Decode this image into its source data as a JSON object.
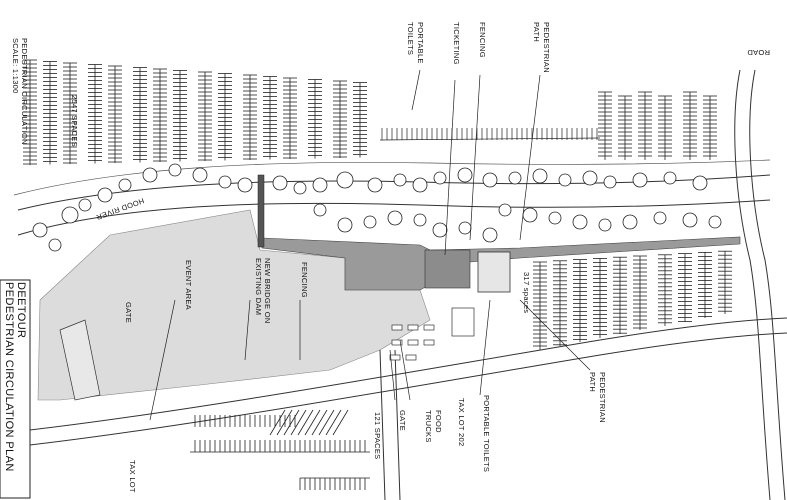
{
  "title_block": {
    "project": "DEETOUR",
    "title": "PEDESTRIAN CIRCULATION PLAN"
  },
  "top_left_note": {
    "title": "PEDESTRIAN CIRCULATION",
    "scale": "SCALE: 1:1300"
  },
  "labels": {
    "portable_toilets_top": [
      "PORTABLE",
      "TOILETS"
    ],
    "ticketing": "TICKETING",
    "fencing_top": "FENCING",
    "pedestrian_path_top": [
      "PEDESTRIAN",
      "PATH"
    ],
    "road": "ROAD",
    "spaces_2547": "2547 SPACES",
    "hood_river": "HOOD RIVER",
    "event_area": "EVENT AREA",
    "gate_left": "GATE",
    "new_bridge": [
      "NEW BRIDGE ON",
      "EXISTING DAM"
    ],
    "fencing_mid": "FENCING",
    "spaces_317": "317 spaces",
    "pedestrian_path_right": [
      "PEDESTRIAN",
      "PATH"
    ],
    "portable_toilets_bottom": "PORTABLE TOILETS",
    "tax_lot_202": "TAX LOT 202",
    "food_trucks": [
      "FOOD",
      "TRUCKS"
    ],
    "gate_bottom": "GATE",
    "spaces_121": "121 SPACES",
    "tax_lot": "TAX LOT"
  },
  "colors": {
    "ink": "#222222",
    "event_area_fill": "#dcdcdc",
    "walkway_fill": "#9a9a9a",
    "tree_fill": "#ffffff"
  }
}
